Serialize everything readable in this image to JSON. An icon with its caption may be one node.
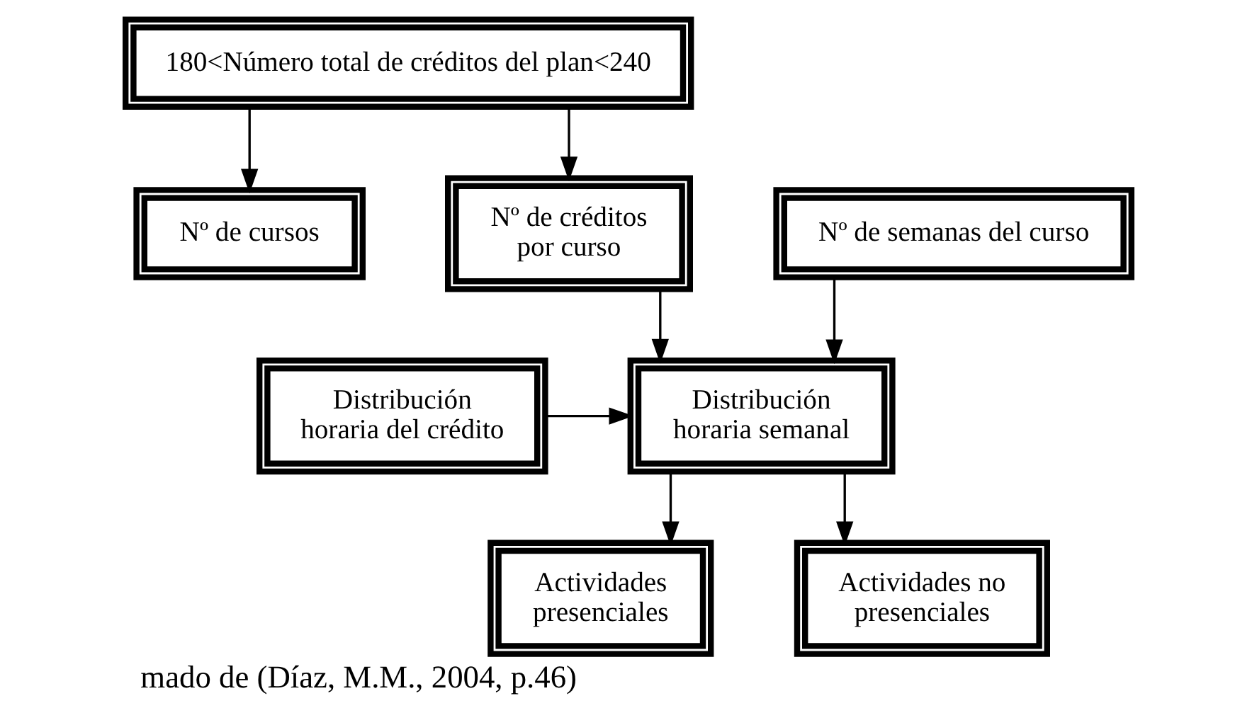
{
  "diagram": {
    "caption": "mado de (Díaz, M.M., 2004, p.46)",
    "nodes": [
      {
        "text": [
          "180<Número total de créditos del plan<240"
        ]
      },
      {
        "text": [
          "Nº de cursos"
        ]
      },
      {
        "text": [
          "Nº de créditos por curso"
        ]
      },
      {
        "text": [
          "Distribución horaria del crédito"
        ]
      },
      {
        "text": [
          "Distribución horaria semanal"
        ]
      },
      {
        "text": [
          "Nº de semanas del curso"
        ]
      },
      {
        "text": [
          "Actividades presenciales"
        ]
      },
      {
        "text": [
          "Actividades no presenciales"
        ]
      }
    ],
    "edges": [
      {
        "from": 0,
        "to": 1,
        "arrow": "to"
      },
      {
        "from": 0,
        "to": 2,
        "arrow": "to"
      },
      {
        "from": 2,
        "to": 4,
        "arrow": "to"
      },
      {
        "from": 3,
        "to": 4,
        "arrow": "to"
      },
      {
        "from": 5,
        "to": 4,
        "arrow": "to"
      },
      {
        "from": 4,
        "to": 6,
        "arrow": "to"
      },
      {
        "from": 4,
        "to": 7,
        "arrow": "to"
      }
    ]
  }
}
